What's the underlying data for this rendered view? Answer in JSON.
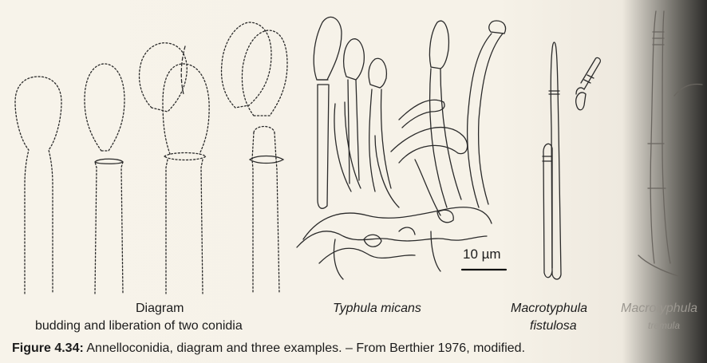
{
  "figure": {
    "panels": [
      {
        "title": "Diagram",
        "subtitle": "budding and liberation of two conidia"
      },
      {
        "title": "Typhula micans"
      },
      {
        "title": "Macrotyphula",
        "subtitle": "fistulosa"
      },
      {
        "title": "Macrotyphula",
        "subtitle": "tremula"
      }
    ],
    "scale_bar": "10 µm"
  },
  "caption": {
    "number": "Figure 4.34:",
    "text": " Annelloconidia, diagram and three examples. – From Berthier 1976, modified."
  }
}
